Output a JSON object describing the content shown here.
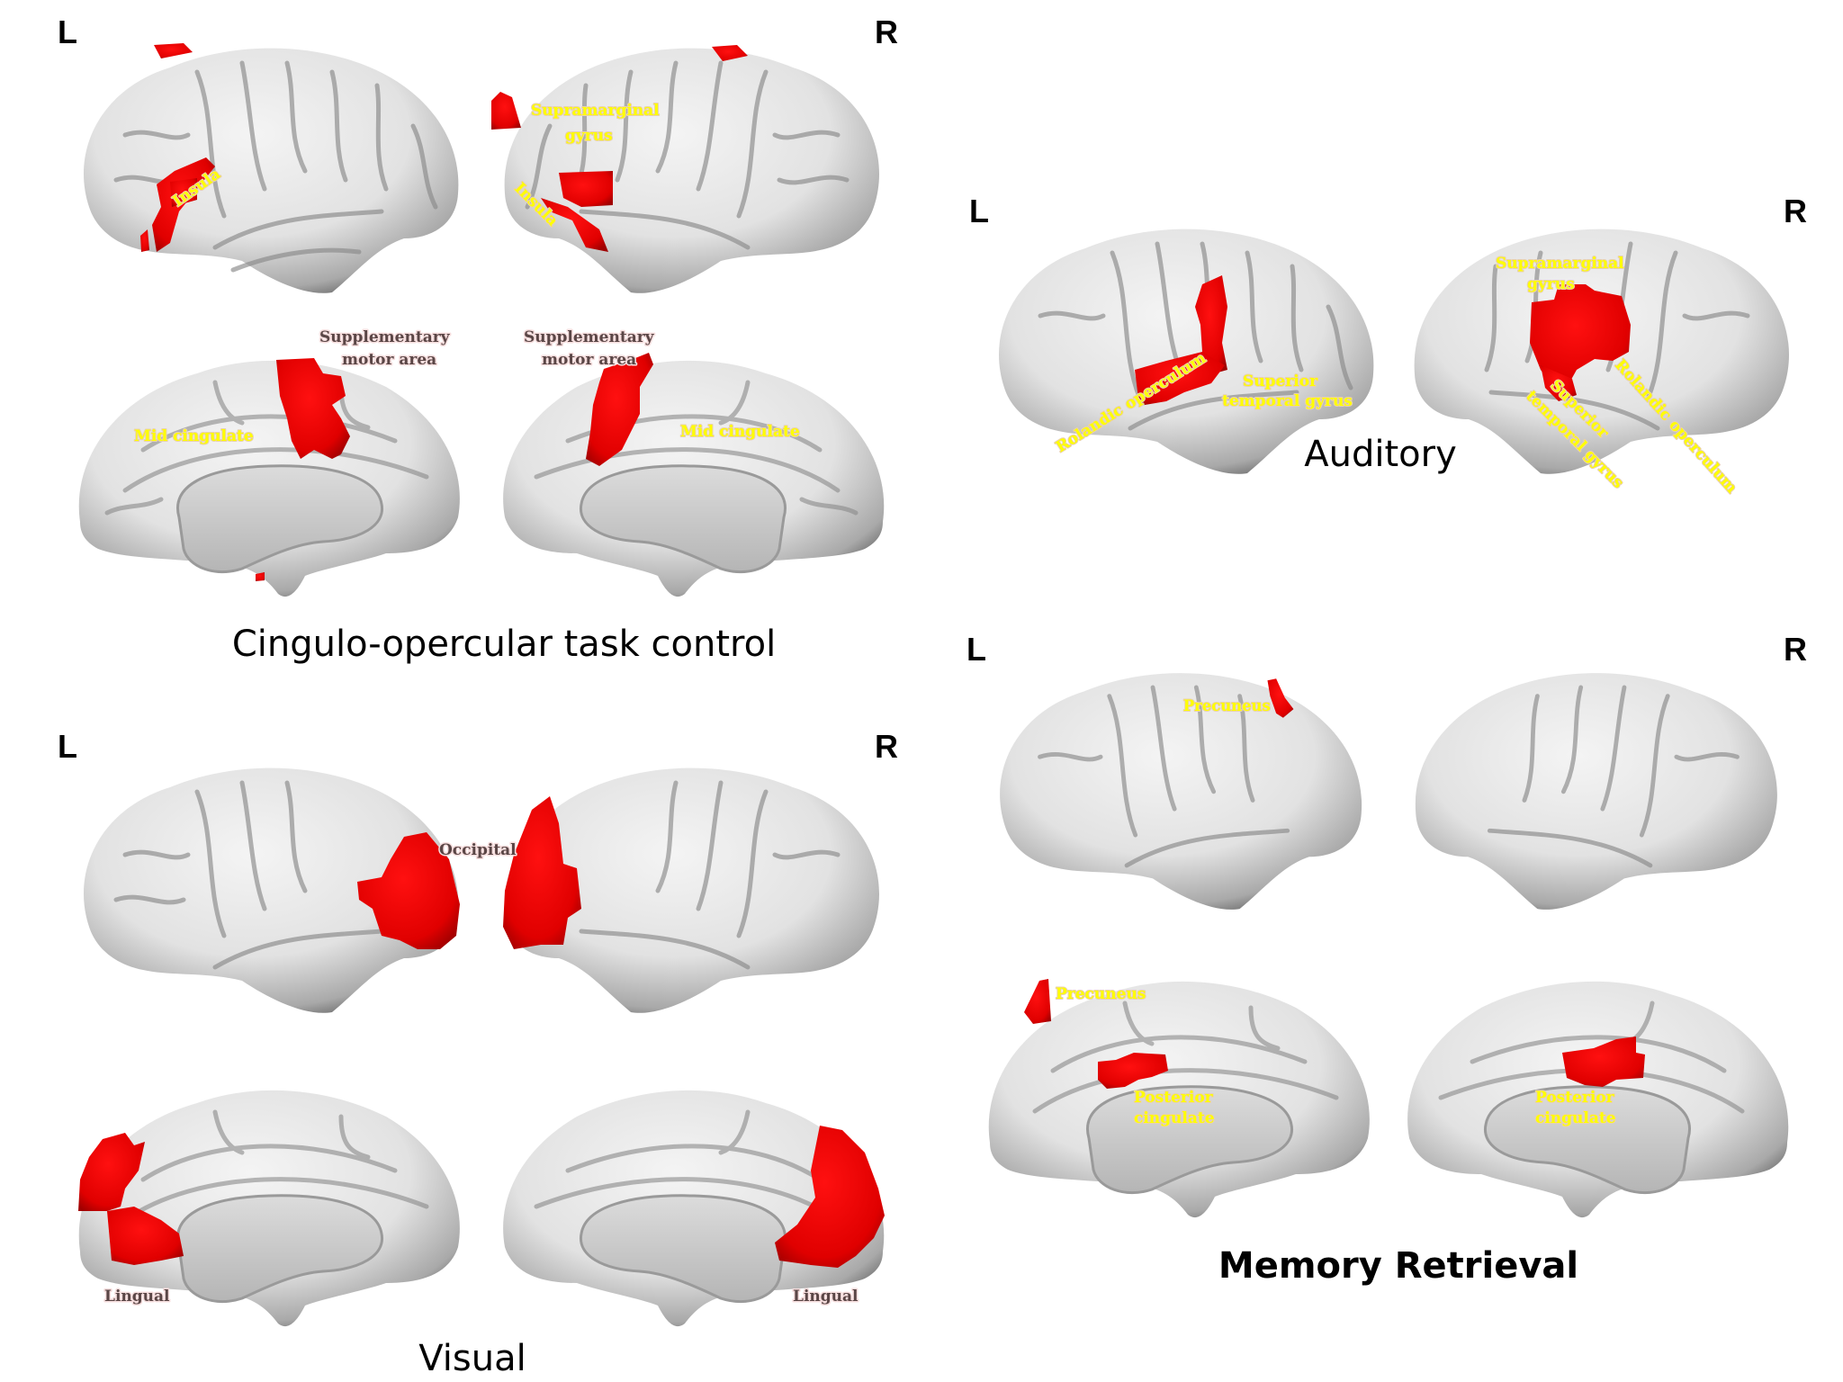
{
  "colors": {
    "activation": "#ee0000",
    "activation_dark": "#b00000",
    "label_primary": "#ffff00",
    "label_secondary": "#5a4646",
    "cortex": "#e6e6e6",
    "cortex_shadow": "#6e6e6e",
    "callosum": "#d4d4d4"
  },
  "panels": [
    {
      "id": "cingulo-opercular",
      "title": "Cingulo-opercular task control",
      "left_letter": "L",
      "right_letter": "R",
      "views": [
        {
          "view": "lateral-left",
          "labels": [
            {
              "text": "Insula",
              "style": "yellow"
            }
          ]
        },
        {
          "view": "lateral-right",
          "labels": [
            {
              "text": "Supramarginal",
              "style": "yellow"
            },
            {
              "text": "gyrus",
              "style": "yellow"
            },
            {
              "text": "Insula",
              "style": "yellow"
            }
          ]
        },
        {
          "view": "medial-left",
          "labels": [
            {
              "text": "Supplementary",
              "style": "dark"
            },
            {
              "text": "motor area",
              "style": "dark"
            },
            {
              "text": "Mid cingulate",
              "style": "yellow"
            }
          ]
        },
        {
          "view": "medial-right",
          "labels": [
            {
              "text": "Supplementary",
              "style": "dark"
            },
            {
              "text": "motor area",
              "style": "dark"
            },
            {
              "text": "Mid cingulate",
              "style": "yellow"
            }
          ]
        }
      ]
    },
    {
      "id": "auditory",
      "title": "Auditory",
      "left_letter": "L",
      "right_letter": "R",
      "views": [
        {
          "view": "lateral-left",
          "labels": [
            {
              "text": "Rolandic operculum",
              "style": "yellow"
            },
            {
              "text": "Superior",
              "style": "yellow"
            },
            {
              "text": "temporal gyrus",
              "style": "yellow"
            }
          ]
        },
        {
          "view": "lateral-right",
          "labels": [
            {
              "text": "Supramarginal",
              "style": "yellow"
            },
            {
              "text": "gyrus",
              "style": "yellow"
            },
            {
              "text": "Superior",
              "style": "yellow"
            },
            {
              "text": "temporal gyrus",
              "style": "yellow"
            },
            {
              "text": "Rolandic operculum",
              "style": "yellow"
            }
          ]
        }
      ]
    },
    {
      "id": "visual",
      "title": "Visual",
      "left_letter": "L",
      "right_letter": "R",
      "views": [
        {
          "view": "lateral-left",
          "labels": []
        },
        {
          "view": "lateral-right",
          "labels": [
            {
              "text": "Occipital",
              "style": "dark"
            }
          ]
        },
        {
          "view": "medial-left",
          "labels": [
            {
              "text": "Lingual",
              "style": "dark"
            }
          ]
        },
        {
          "view": "medial-right",
          "labels": [
            {
              "text": "Lingual",
              "style": "dark"
            }
          ]
        }
      ]
    },
    {
      "id": "memory-retrieval",
      "title": "Memory Retrieval",
      "left_letter": "L",
      "right_letter": "R",
      "views": [
        {
          "view": "lateral-left",
          "labels": [
            {
              "text": "Precuneus",
              "style": "yellow"
            }
          ]
        },
        {
          "view": "lateral-right",
          "labels": []
        },
        {
          "view": "medial-left",
          "labels": [
            {
              "text": "Precuneus",
              "style": "yellow"
            },
            {
              "text": "Posterior",
              "style": "yellow"
            },
            {
              "text": "cingulate",
              "style": "yellow"
            }
          ]
        },
        {
          "view": "medial-right",
          "labels": [
            {
              "text": "Posterior",
              "style": "yellow"
            },
            {
              "text": "cingulate",
              "style": "yellow"
            }
          ]
        }
      ]
    }
  ]
}
